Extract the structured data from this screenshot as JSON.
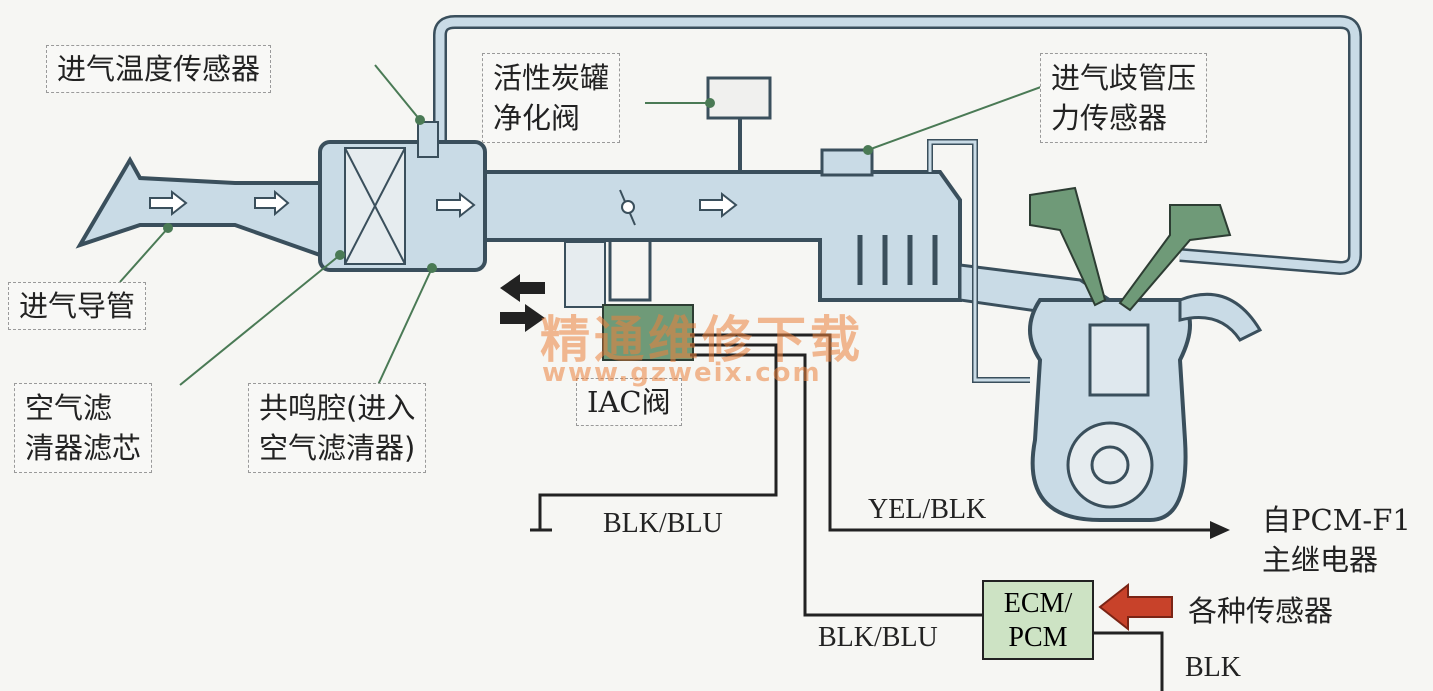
{
  "labels": {
    "intake_temp_sensor": "进气温度传感器",
    "canister_valve_l1": "活性炭罐",
    "canister_valve_l2": "净化阀",
    "map_sensor_l1": "进气歧管压",
    "map_sensor_l2": "力传感器",
    "intake_duct": "进气导管",
    "air_filter_l1": "空气滤",
    "air_filter_l2": "清器滤芯",
    "resonator_l1": "共鸣腔(进入",
    "resonator_l2": "空气滤清器)",
    "iac_valve": "IAC阀"
  },
  "wires": {
    "blk_blu_1": "BLK/BLU",
    "yel_blk": "YEL/BLK",
    "blk_blu_2": "BLK/BLU",
    "blk": "BLK"
  },
  "relay": {
    "line1": "自PCM-F1",
    "line2": "主继电器"
  },
  "ecm": {
    "line1": "ECM/",
    "line2": "PCM"
  },
  "sensors": "各种传感器",
  "watermark": {
    "cn": "精通维修下载",
    "url": "www.gzweix.com"
  },
  "colors": {
    "duct_fill": "#c9dbe6",
    "duct_stroke": "#3a4f5c",
    "green_part": "#6f9a78",
    "ecm_fill": "#cde3c4",
    "arrow_red": "#c8422a"
  }
}
